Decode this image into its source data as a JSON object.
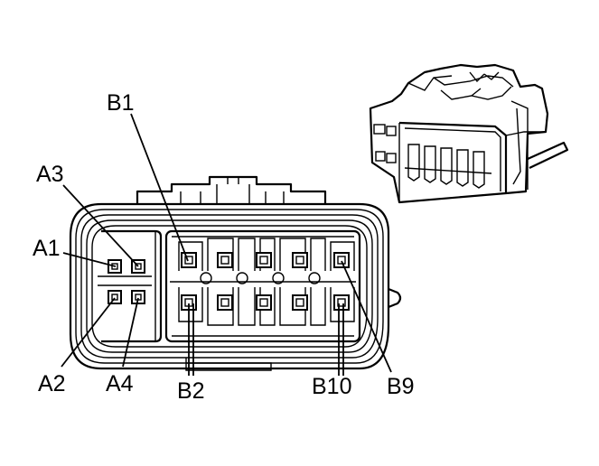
{
  "labels": {
    "b1": "B1",
    "a3": "A3",
    "a1": "A1",
    "a2": "A2",
    "a4": "A4",
    "b2": "B2",
    "b10": "B10",
    "b9": "B9"
  }
}
